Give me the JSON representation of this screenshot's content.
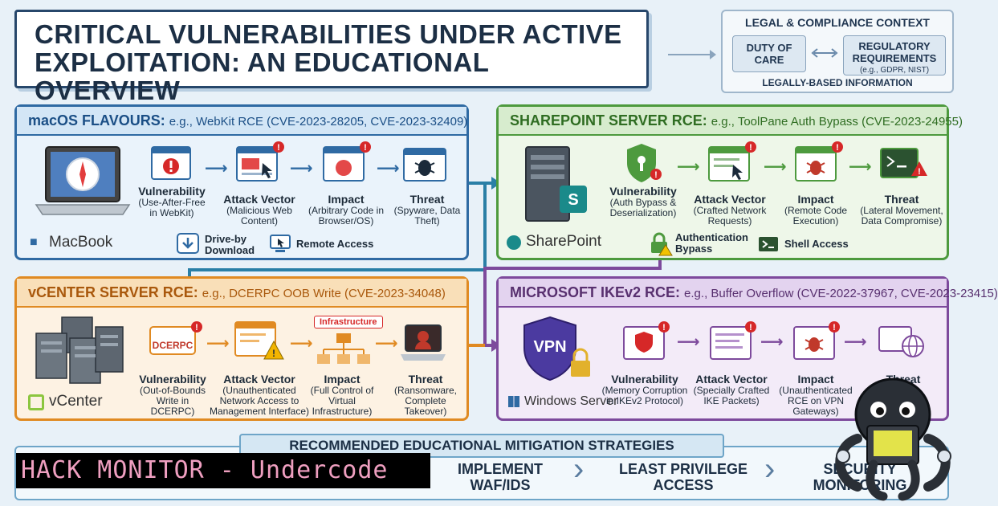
{
  "title": {
    "line1": "CRITICAL VULNERABILITIES UNDER ACTIVE",
    "line2": "EXPLOITATION: AN EDUCATIONAL OVERVIEW"
  },
  "legal": {
    "title": "LEGAL & COMPLIANCE CONTEXT",
    "duty": "DUTY OF CARE",
    "regulatory": "REGULATORY REQUIREMENTS",
    "regulatory_examples": "(e.g., GDPR, NIST)",
    "footer": "LEGALLY-BASED INFORMATION"
  },
  "mac": {
    "name": "macOS FLAVOURS:",
    "example": "e.g., WebKit RCE (CVE-2023-28205, CVE-2023-32409)",
    "brand": "MacBook",
    "steps": [
      {
        "title": "Vulnerability",
        "desc": "(Use-After-Free in WebKit)"
      },
      {
        "title": "Attack Vector",
        "desc": "(Malicious Web Content)"
      },
      {
        "title": "Impact",
        "desc": "(Arbitrary Code in Browser/OS)"
      },
      {
        "title": "Threat",
        "desc": "(Spyware, Data Theft)"
      }
    ],
    "extra1": "Drive-by Download",
    "extra2": "Remote Access"
  },
  "sp": {
    "name": "SHAREPOINT SERVER RCE:",
    "example": "e.g., ToolPane Auth Bypass (CVE-2023-24955)",
    "brand": "SharePoint",
    "steps": [
      {
        "title": "Vulnerability",
        "desc": "(Auth Bypass & Deserialization)"
      },
      {
        "title": "Attack Vector",
        "desc": "(Crafted Network Requests)"
      },
      {
        "title": "Impact",
        "desc": "(Remote Code Execution)"
      },
      {
        "title": "Threat",
        "desc": "(Lateral Movement, Data Compromise)"
      }
    ],
    "extra1": "Authentication Bypass",
    "extra2": "Shell Access"
  },
  "vc": {
    "name": "vCENTER SERVER RCE:",
    "example": "e.g., DCERPC OOB Write (CVE-2023-34048)",
    "brand": "vCenter",
    "icon_label": "DCERPC",
    "infra_tag": "Infrastructure",
    "steps": [
      {
        "title": "Vulnerability",
        "desc": "(Out-of-Bounds Write in DCERPC)"
      },
      {
        "title": "Attack Vector",
        "desc": "(Unauthenticated Network Access to Management Interface)"
      },
      {
        "title": "Impact",
        "desc": "(Full Control of Virtual Infrastructure)"
      },
      {
        "title": "Threat",
        "desc": "(Ransomware, Complete Takeover)"
      }
    ]
  },
  "ms": {
    "name": "MICROSOFT IKEv2 RCE:",
    "example": "e.g., Buffer Overflow (CVE-2022-37967, CVE-2023-23415)",
    "brand": "Windows Server",
    "vpn": "VPN",
    "steps": [
      {
        "title": "Vulnerability",
        "desc": "(Memory Corruption in IKEv2 Protocol)"
      },
      {
        "title": "Attack Vector",
        "desc": "(Specially Crafted IKE Packets)"
      },
      {
        "title": "Impact",
        "desc": "(Unauthenticated RCE on VPN Gateways)"
      },
      {
        "title": "Threat",
        "desc": ""
      }
    ]
  },
  "mitigation": {
    "title": "RECOMMENDED EDUCATIONAL MITIGATION STRATEGIES",
    "items": [
      "IMPLEMENT WAF/IDS",
      "LEAST PRIVILEGE ACCESS",
      "SECURITY MONITORING"
    ]
  },
  "watermark": "HACK MONITOR - Undercode",
  "colors": {
    "mac": "#2f6aa3",
    "sp": "#4d9a3e",
    "vc": "#e08a22",
    "ms": "#7d4a9c",
    "alert": "#d62828"
  }
}
